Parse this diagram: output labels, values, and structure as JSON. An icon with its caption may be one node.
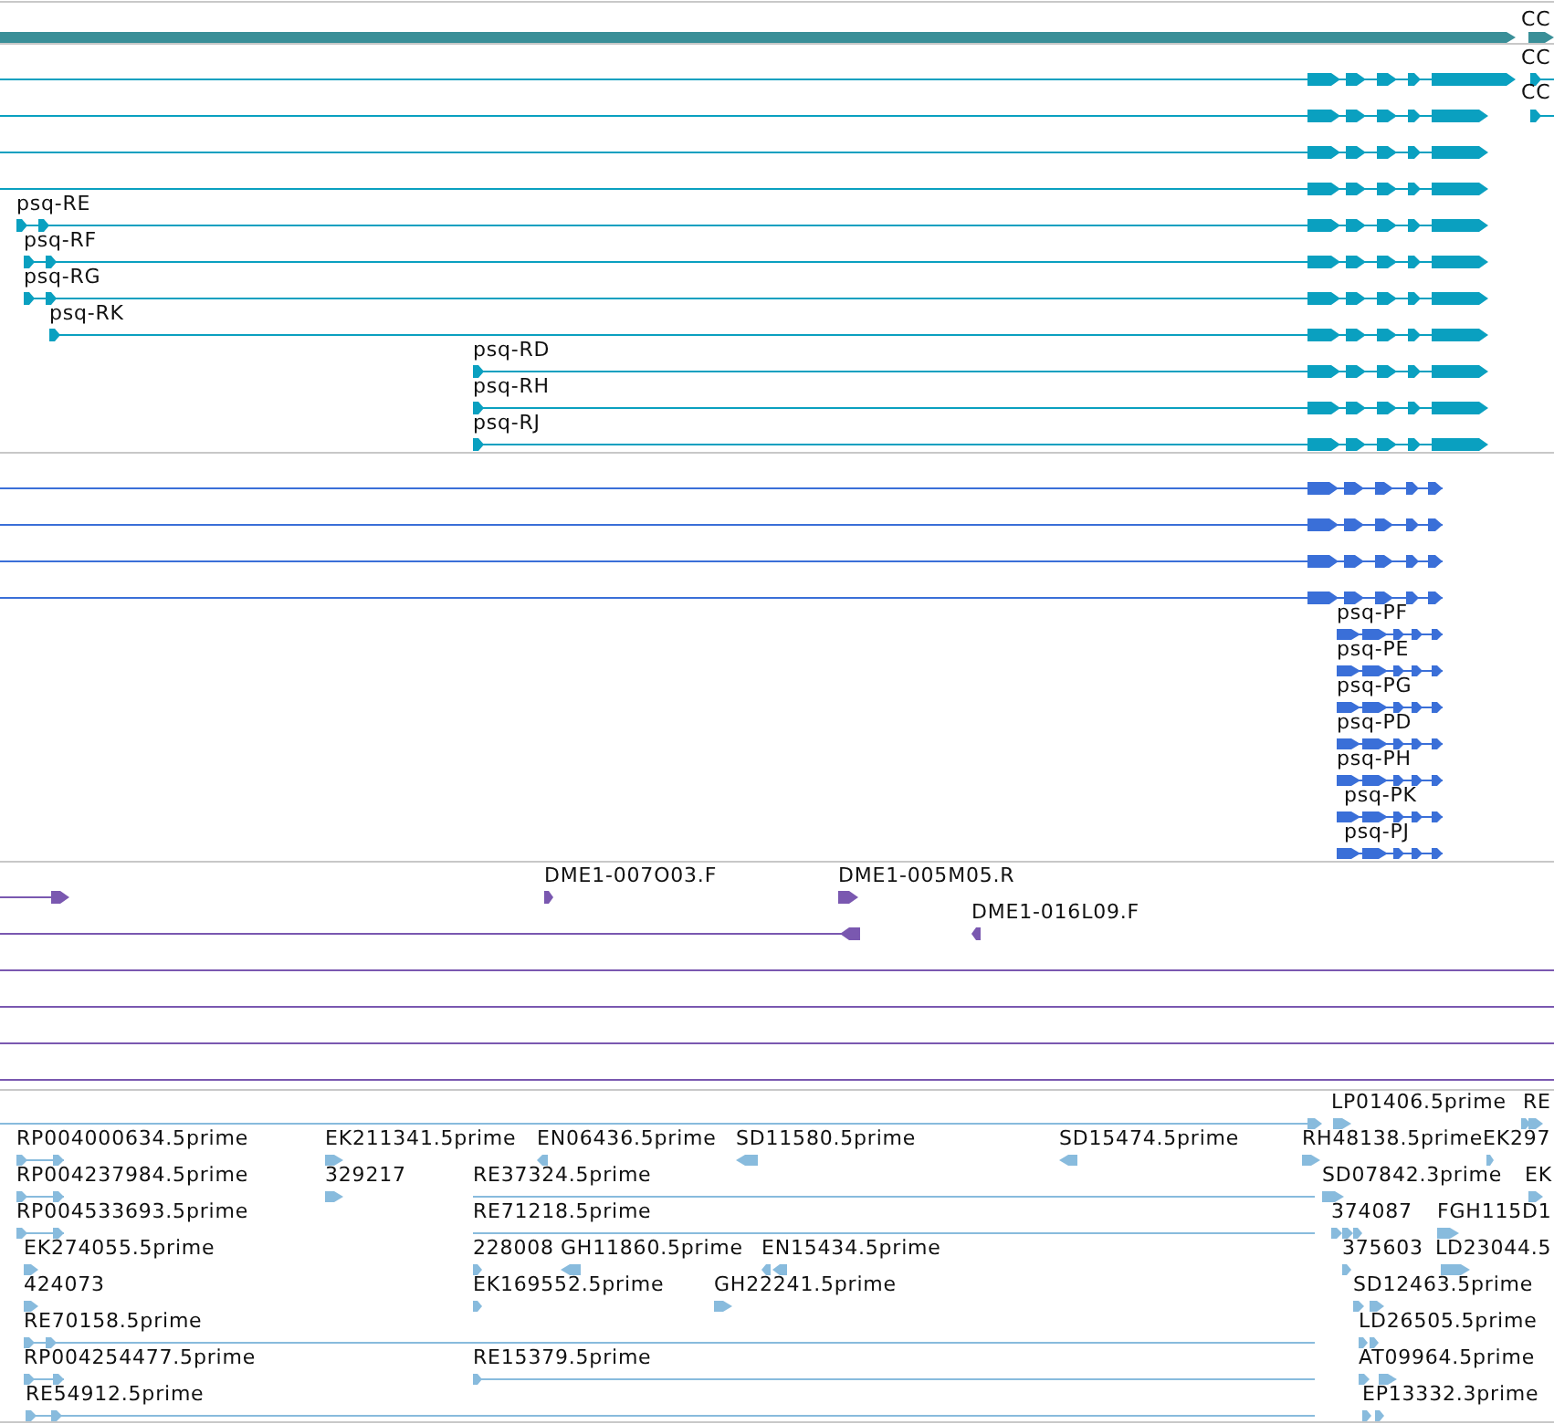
{
  "diagram": {
    "labels": [
      "CC",
      "CC",
      "CC",
      "psq-RE",
      "psq-RF",
      "psq-RG",
      "psq-RK",
      "psq-RD",
      "psq-RH",
      "psq-RJ",
      "psq-PF",
      "psq-PE",
      "psq-PG",
      "psq-PD",
      "psq-PH",
      "psq-PK",
      "psq-PJ",
      "DME1-007O03.F",
      "DME1-005M05.R",
      "DME1-016L09.F",
      "LP01406.5prime",
      "RE",
      "RP004000634.5prime",
      "EK211341.5prime",
      "EN06436.5prime",
      "SD11580.5prime",
      "SD15474.5prime",
      "RH48138.5prime",
      "EK297",
      "RP004237984.5prime",
      "329217",
      "RE37324.5prime",
      "SD07842.3prime",
      "EK",
      "RP004533693.5prime",
      "RE71218.5prime",
      "374087",
      "FGH115D1",
      "EK274055.5prime",
      "228008",
      "GH11860.5prime",
      "EN15434.5prime",
      "375603",
      "LD23044.5",
      "424073",
      "EK169552.5prime",
      "GH22241.5prime",
      "SD12463.5prime",
      "RE70158.5prime",
      "LD26505.5prime",
      "RP004254477.5prime",
      "RE15379.5prime",
      "AT09964.5prime",
      "RE54912.5prime",
      "EP13332.3prime"
    ]
  }
}
